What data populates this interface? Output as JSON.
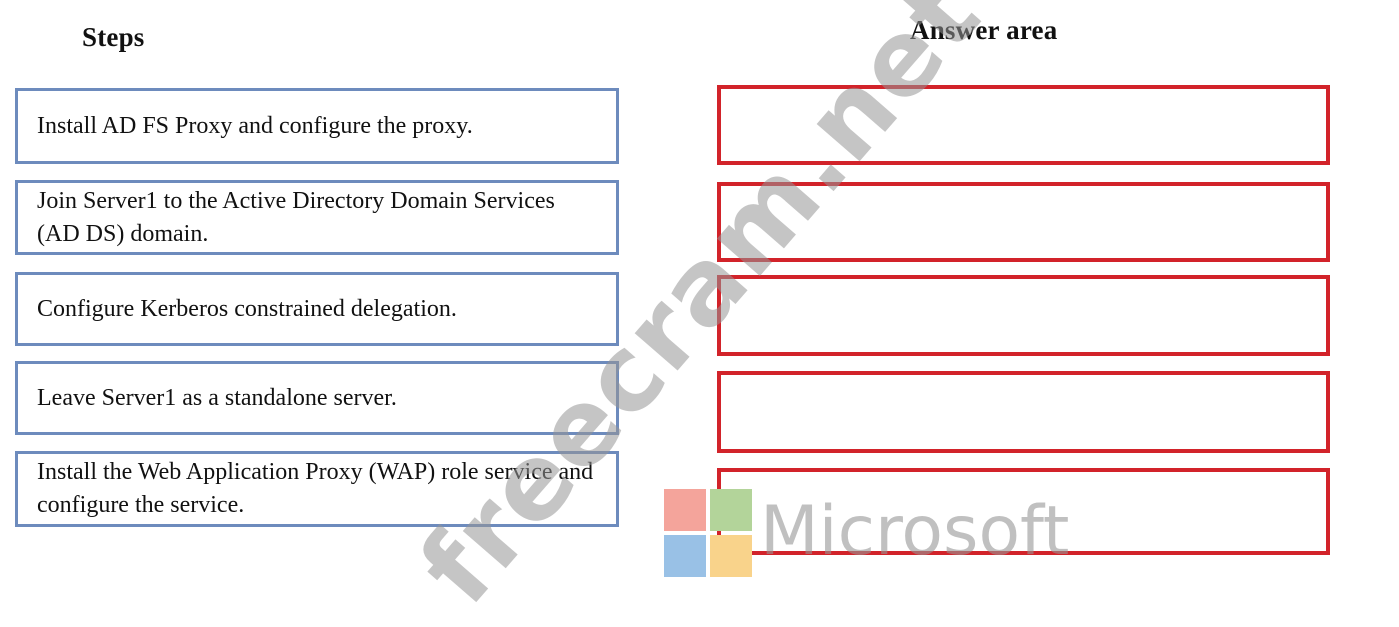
{
  "headings": {
    "steps": "Steps",
    "answer_area": "Answer area"
  },
  "steps": [
    {
      "text": "Install AD FS Proxy and configure the proxy."
    },
    {
      "text": "Join Server1 to the Active Directory Domain Services (AD DS) domain."
    },
    {
      "text": "Configure Kerberos constrained delegation."
    },
    {
      "text": "Leave Server1 as a standalone server."
    },
    {
      "text": "Install the Web Application Proxy (WAP) role service and configure the service."
    }
  ],
  "answer_slots": 5,
  "watermark": "freecram.net",
  "logo": {
    "text": "Microsoft",
    "icon": "microsoft-logo-icon"
  },
  "colors": {
    "step_border": "#6d8bbd",
    "answer_border": "#d2232a"
  }
}
